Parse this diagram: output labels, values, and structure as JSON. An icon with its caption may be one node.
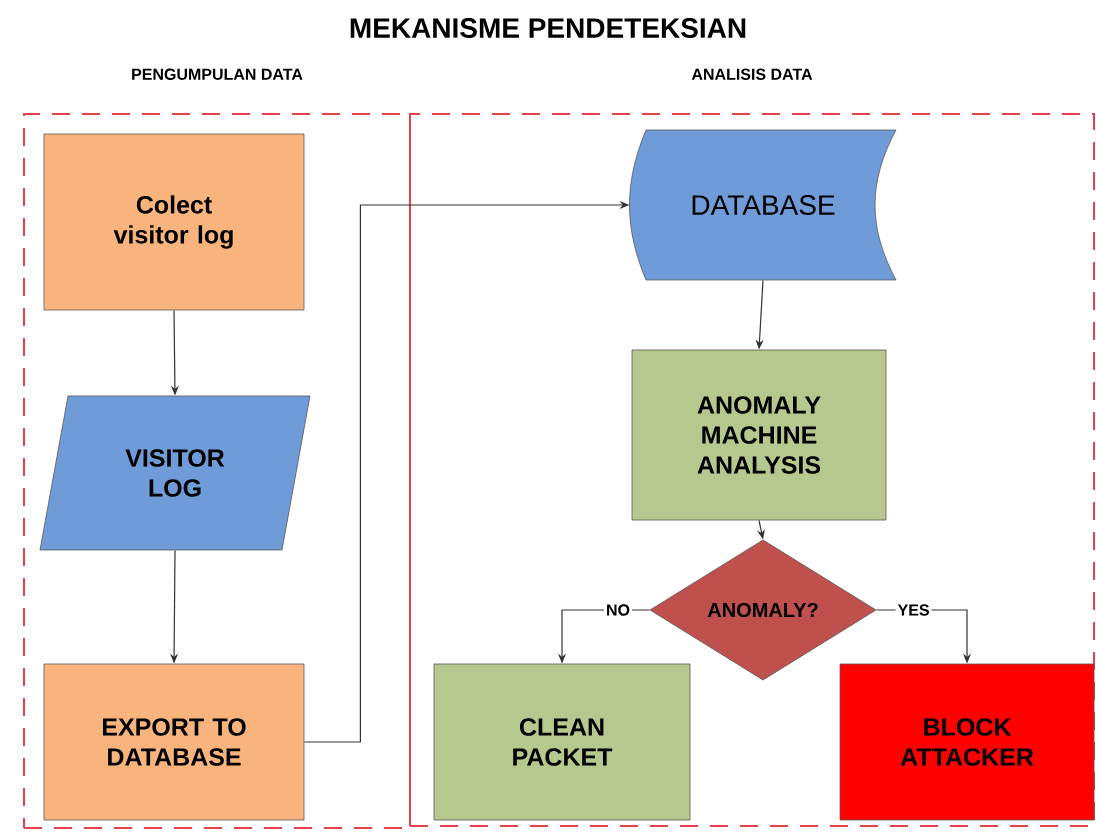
{
  "diagram": {
    "title": "MEKANISME PENDETEKSIAN",
    "nodes": [
      {
        "text": [
          "PENGUMPULAN DATA"
        ]
      },
      {
        "text": [
          "ANALISIS DATA"
        ]
      },
      {
        "text": [
          "Colect visitor log"
        ],
        "in": 0
      },
      {
        "text": [
          "VISITOR LOG"
        ],
        "in": 0
      },
      {
        "text": [
          "EXPORT TO DATABASE"
        ],
        "in": 0
      },
      {
        "text": [
          "DATABASE"
        ],
        "in": 1
      },
      {
        "text": [
          "ANOMALY MACHINE ANALYSIS"
        ],
        "in": 1
      },
      {
        "text": [
          "ANOMALY?"
        ],
        "in": 1
      },
      {
        "text": [
          "CLEAN PACKET"
        ],
        "in": 1
      },
      {
        "text": [
          "BLOCK ATTACKER"
        ],
        "in": 1
      }
    ],
    "edges": [
      {
        "from": 2,
        "to": 3,
        "arrow": "to"
      },
      {
        "from": 3,
        "to": 4,
        "arrow": "to"
      },
      {
        "from": 4,
        "to": 5,
        "arrow": "to"
      },
      {
        "from": 5,
        "to": 6,
        "arrow": "to"
      },
      {
        "from": 6,
        "to": 7,
        "arrow": "to"
      },
      {
        "from": 7,
        "to": 8,
        "label": "NO",
        "arrow": "to"
      },
      {
        "from": 7,
        "to": 9,
        "label": "YES",
        "arrow": "to"
      }
    ]
  }
}
